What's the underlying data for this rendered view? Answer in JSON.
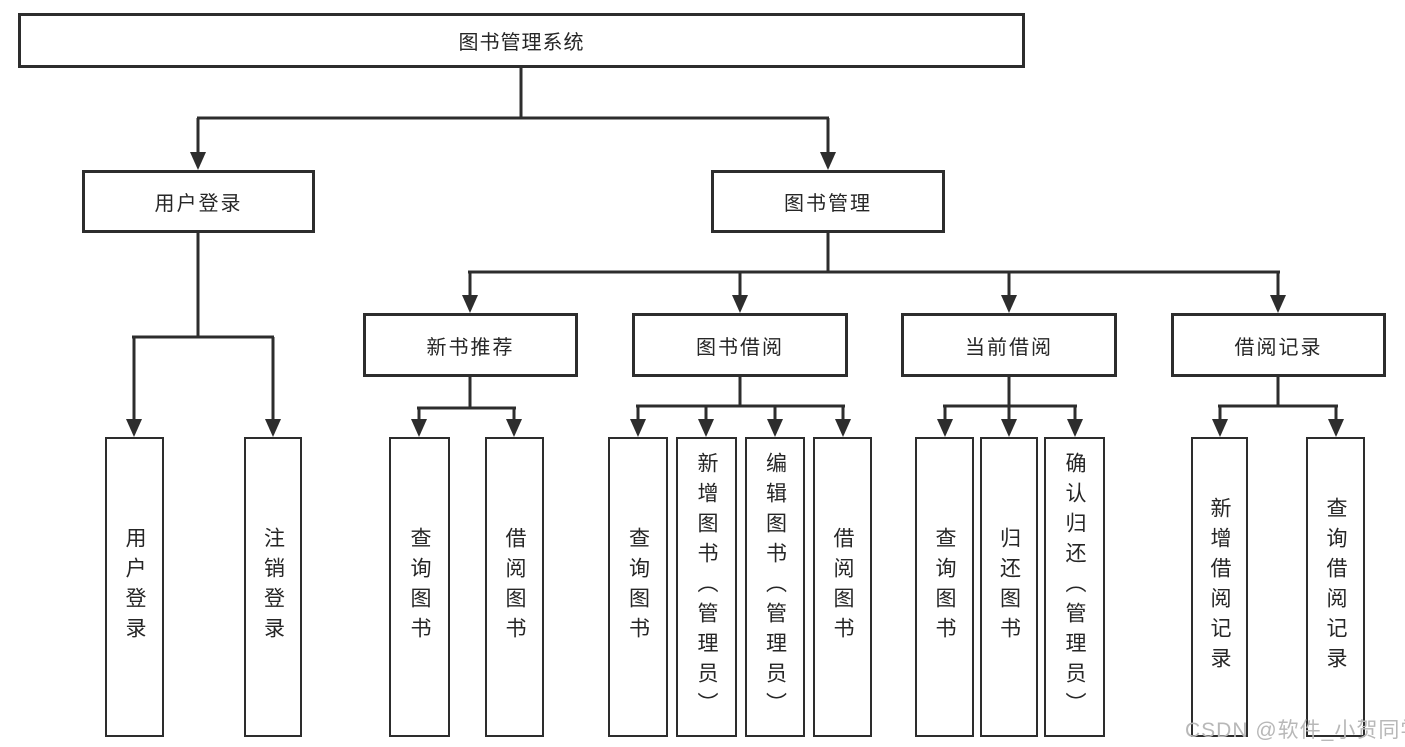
{
  "diagram": {
    "root": {
      "label": "图书管理系统"
    },
    "branches": [
      {
        "label": "用户登录",
        "children": [
          {
            "label": "用户登录"
          },
          {
            "label": "注销登录"
          }
        ]
      },
      {
        "label": "图书管理",
        "children": [
          {
            "label": "新书推荐",
            "children": [
              {
                "label": "查询图书"
              },
              {
                "label": "借阅图书"
              }
            ]
          },
          {
            "label": "图书借阅",
            "children": [
              {
                "label": "查询图书"
              },
              {
                "label": "新增图书（管理员）"
              },
              {
                "label": "编辑图书（管理员）"
              },
              {
                "label": "借阅图书"
              }
            ]
          },
          {
            "label": "当前借阅",
            "children": [
              {
                "label": "查询图书"
              },
              {
                "label": "归还图书"
              },
              {
                "label": "确认归还（管理员）"
              }
            ]
          },
          {
            "label": "借阅记录",
            "children": [
              {
                "label": "新增借阅记录"
              },
              {
                "label": "查询借阅记录"
              }
            ]
          }
        ]
      }
    ]
  },
  "watermark": {
    "text": "CSDN @软件_小贺同学"
  },
  "colors": {
    "line": "#2d2d2d",
    "box_border": "#2d2d2d",
    "box_fill": "#ffffff",
    "text": "#262626",
    "watermark": "#b8b8b8"
  }
}
